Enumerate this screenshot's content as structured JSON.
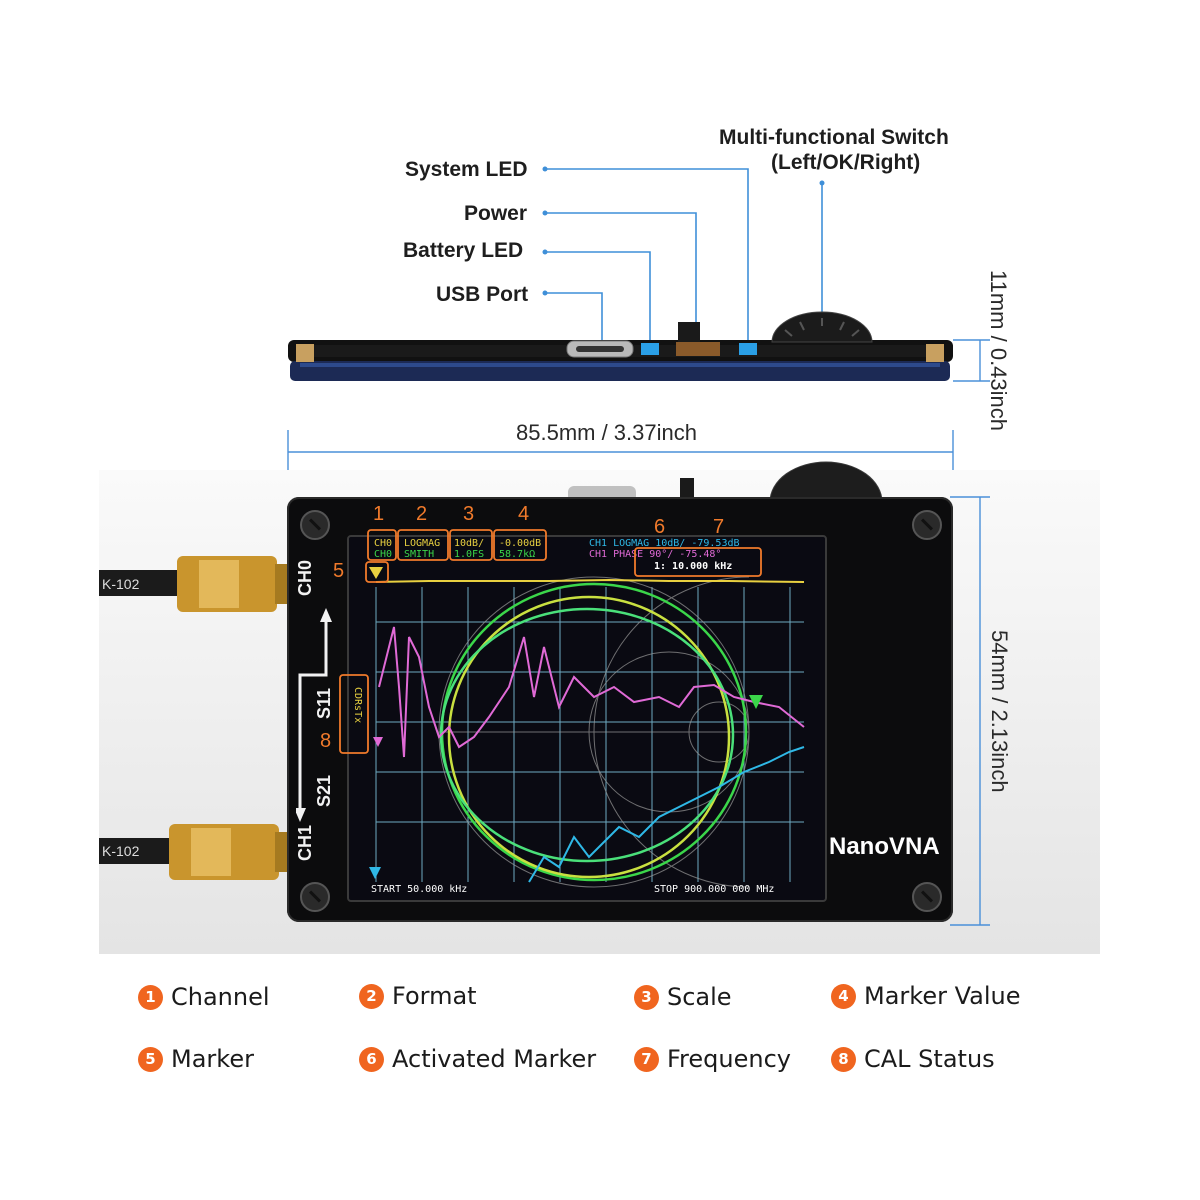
{
  "callouts": {
    "system_led": "System LED",
    "power": "Power",
    "battery_led": "Battery LED",
    "usb_port": "USB Port",
    "switch_title": "Multi-functional Switch",
    "switch_sub": "(Left/OK/Right)"
  },
  "dimensions": {
    "width": "85.5mm / 3.37inch",
    "thickness": "11mm / 0.43inch",
    "height": "54mm / 2.13inch"
  },
  "device": {
    "brand": "NanoVNA",
    "port_ch0": "CH0",
    "port_ch1": "CH1",
    "s11": "S11",
    "s21": "S21",
    "cable_left": "K-102",
    "cable_left2": "K-102"
  },
  "screen": {
    "ch_col1": "CH0",
    "ch_col2": "CH0",
    "fmt_col1": "LOGMAG",
    "fmt_col2": "SMITH",
    "scale_col1": "10dB/",
    "scale_col2": "1.0FS",
    "val_col1": "-0.00dB",
    "val_col2": "58.7kΩ",
    "ch1_line": "CH1  LOGMAG 10dB/ -79.53dB",
    "ch1_phase": "CH1  PHASE 90°/   -75.48°",
    "active_marker": "1: 10.000 kHz",
    "cal_status": "CDRsTx",
    "start": "START 50.000 kHz",
    "stop": "STOP 900.000 000 MHz"
  },
  "annotations": [
    "1",
    "2",
    "3",
    "4",
    "5",
    "6",
    "7",
    "8"
  ],
  "legend": [
    {
      "num": "1",
      "label": "Channel"
    },
    {
      "num": "2",
      "label": "Format"
    },
    {
      "num": "3",
      "label": "Scale"
    },
    {
      "num": "4",
      "label": "Marker Value"
    },
    {
      "num": "5",
      "label": "Marker"
    },
    {
      "num": "6",
      "label": "Activated Marker"
    },
    {
      "num": "7",
      "label": "Frequency"
    },
    {
      "num": "8",
      "label": "CAL Status"
    }
  ],
  "colors": {
    "accent": "#f0651f",
    "leader": "#3f8fd8",
    "dimension_line": "#4a90d9"
  }
}
